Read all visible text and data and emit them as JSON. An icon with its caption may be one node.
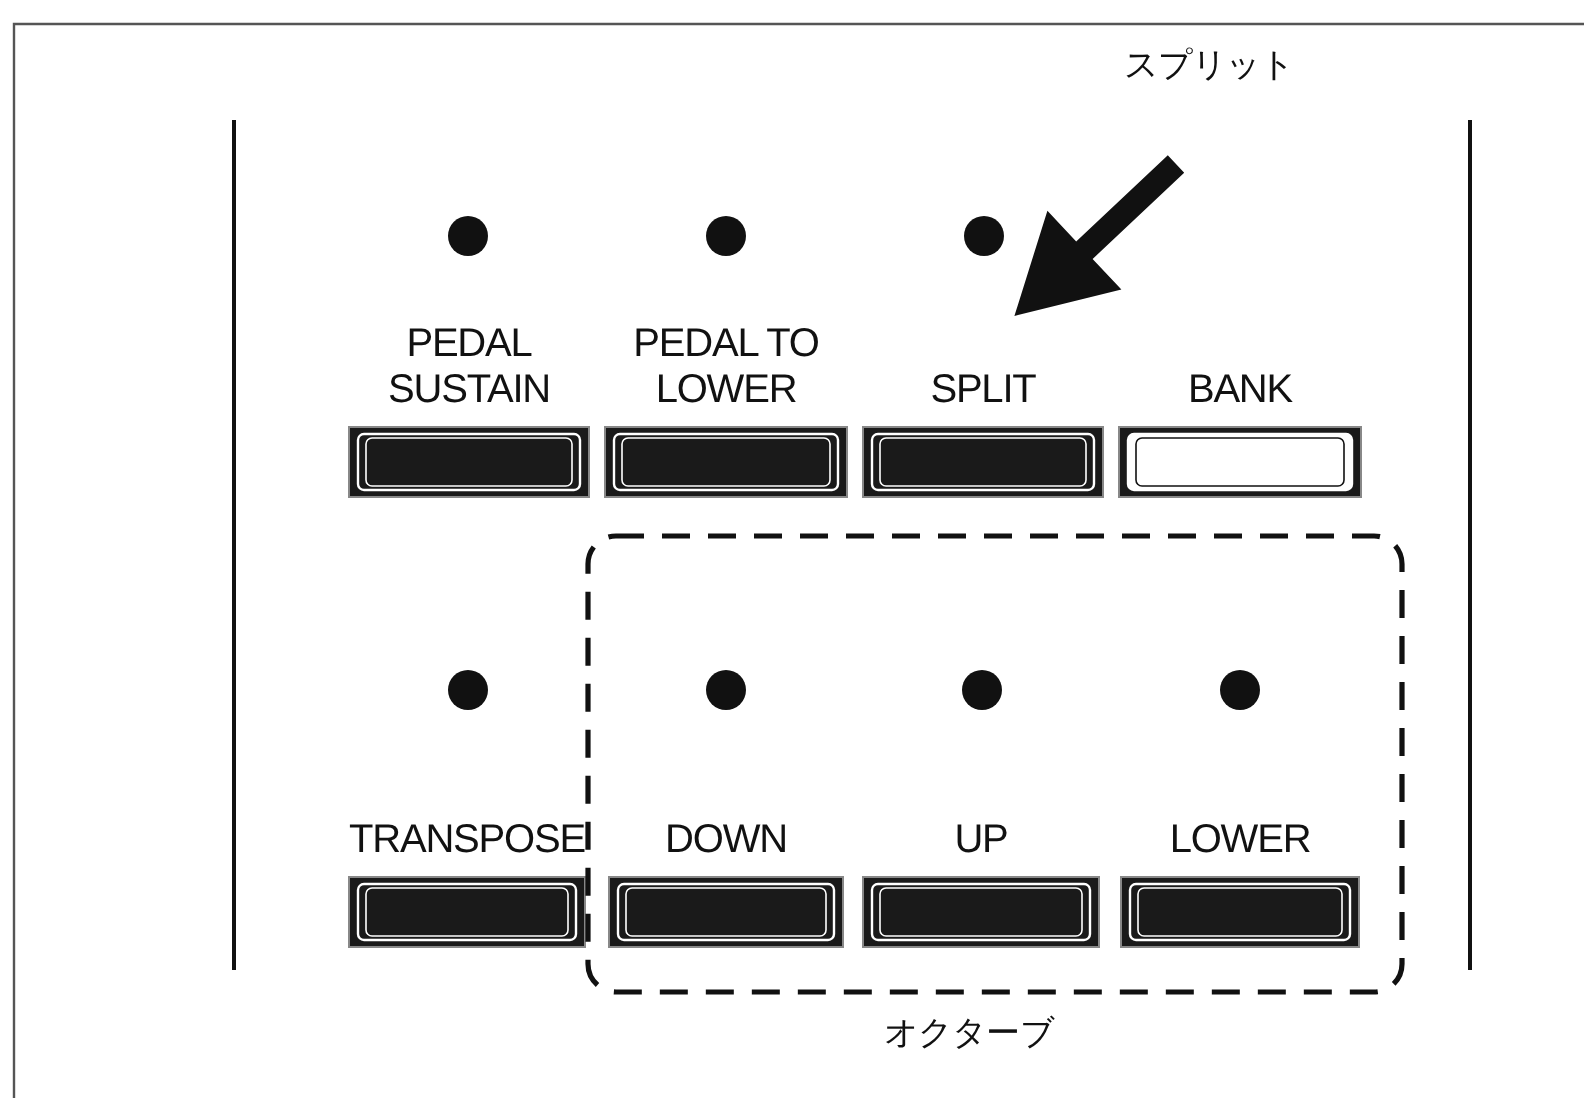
{
  "diagram": {
    "nodes": [
      {
        "text": [
          "スプリット"
        ]
      },
      {
        "text": [
          "PEDAL SUSTAIN"
        ]
      },
      {
        "text": [
          "PEDAL TO LOWER"
        ]
      },
      {
        "text": [
          "SPLIT"
        ]
      },
      {
        "text": [
          "BANK"
        ]
      },
      {
        "text": [
          "TRANSPOSE"
        ]
      },
      {
        "text": [
          "オクターブ"
        ]
      },
      {
        "text": [
          "DOWN"
        ],
        "in": 6
      },
      {
        "text": [
          "UP"
        ],
        "in": 6
      },
      {
        "text": [
          "LOWER"
        ],
        "in": 6
      }
    ],
    "edges": [
      {
        "from": 0,
        "to": 3,
        "arrow": "to",
        "style": "thick"
      }
    ]
  }
}
